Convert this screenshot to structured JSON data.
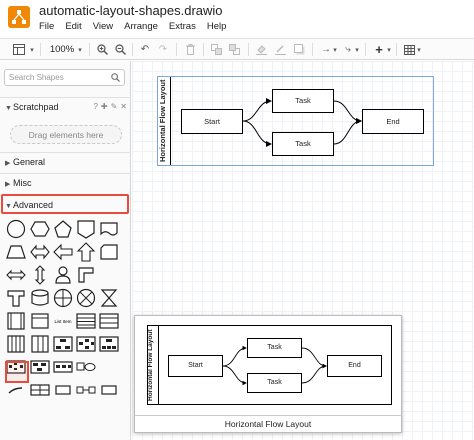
{
  "app": {
    "title": "automatic-layout-shapes.drawio"
  },
  "menu": [
    "File",
    "Edit",
    "View",
    "Arrange",
    "Extras",
    "Help"
  ],
  "toolbar": {
    "zoom": "100%"
  },
  "sidebar": {
    "search_placeholder": "Search Shapes",
    "scratchpad": "Scratchpad",
    "drag_hint": "Drag elements here",
    "sections": [
      "General",
      "Misc",
      "Advanced"
    ],
    "list_item_label": "List Item"
  },
  "diagram": {
    "lane_title": "Horizontal Flow Layout",
    "start": "Start",
    "task1": "Task",
    "task2": "Task",
    "end": "End"
  },
  "preview": {
    "lane_title": "Horizontal Flow Layout",
    "start": "Start",
    "task1": "Task",
    "task2": "Task",
    "end": "End",
    "caption": "Horizontal Flow Layout"
  }
}
